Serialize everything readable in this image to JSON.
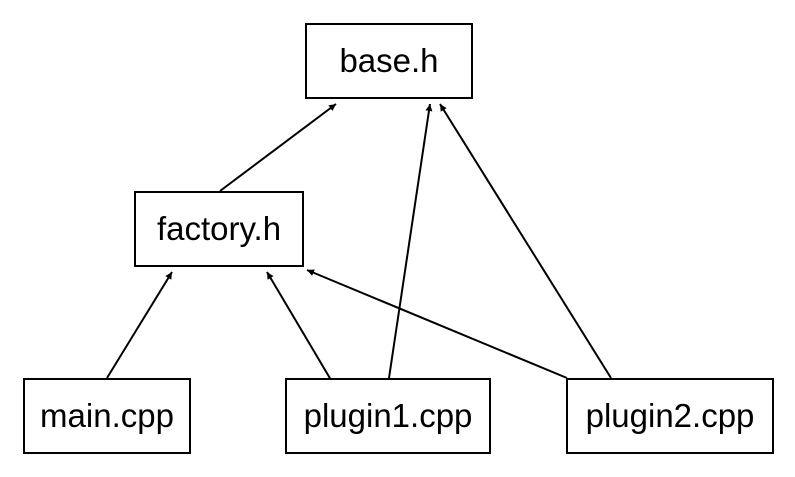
{
  "colors": {
    "stroke": "#000000",
    "background": "#ffffff"
  },
  "nodes": {
    "base": "base.h",
    "factory": "factory.h",
    "main": "main.cpp",
    "plugin1": "plugin1.cpp",
    "plugin2": "plugin2.cpp"
  },
  "edges": [
    {
      "from": "factory",
      "to": "base"
    },
    {
      "from": "plugin1",
      "to": "base"
    },
    {
      "from": "plugin2",
      "to": "base"
    },
    {
      "from": "main",
      "to": "factory"
    },
    {
      "from": "plugin1",
      "to": "factory"
    },
    {
      "from": "plugin2",
      "to": "factory"
    }
  ]
}
